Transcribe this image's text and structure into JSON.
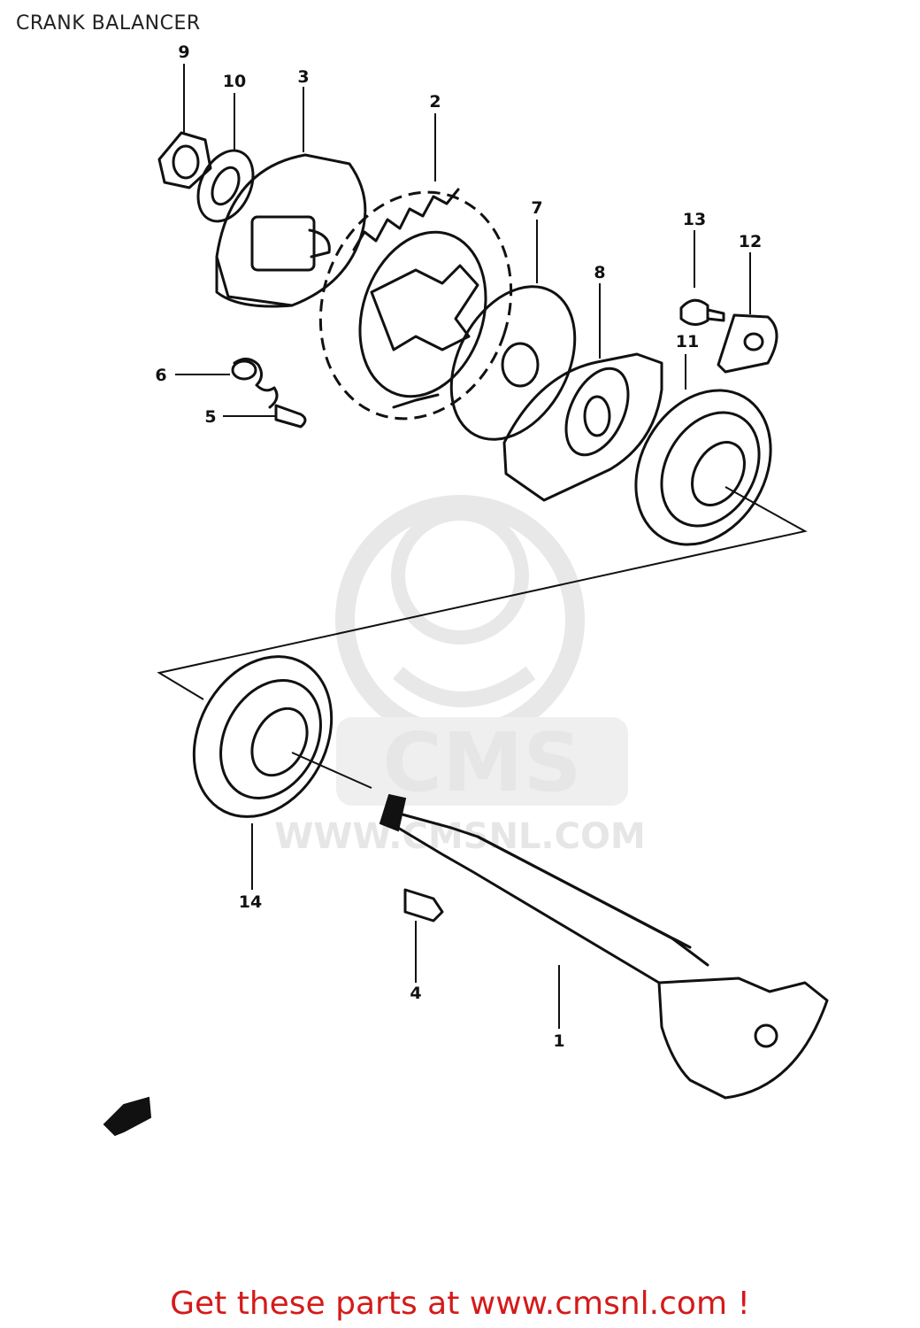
{
  "page": {
    "title": "CRANK BALANCER",
    "footer_link": "Get these parts at www.cmsnl.com !"
  },
  "watermark": {
    "brand": "CMS",
    "url": "WWW.CMSNL.COM"
  },
  "callouts": [
    {
      "id": "1",
      "label": "1"
    },
    {
      "id": "2",
      "label": "2"
    },
    {
      "id": "3",
      "label": "3"
    },
    {
      "id": "4",
      "label": "4"
    },
    {
      "id": "5",
      "label": "5"
    },
    {
      "id": "6",
      "label": "6"
    },
    {
      "id": "7",
      "label": "7"
    },
    {
      "id": "8",
      "label": "8"
    },
    {
      "id": "9",
      "label": "9"
    },
    {
      "id": "10",
      "label": "10"
    },
    {
      "id": "11",
      "label": "11"
    },
    {
      "id": "12",
      "label": "12"
    },
    {
      "id": "13",
      "label": "13"
    },
    {
      "id": "14",
      "label": "14"
    }
  ],
  "colors": {
    "line": "#111111",
    "footer_link": "#d41a1a",
    "watermark": "#e4e4e4"
  },
  "icons": [
    "front-direction-arrow-icon",
    "cms-mascot-watermark"
  ]
}
